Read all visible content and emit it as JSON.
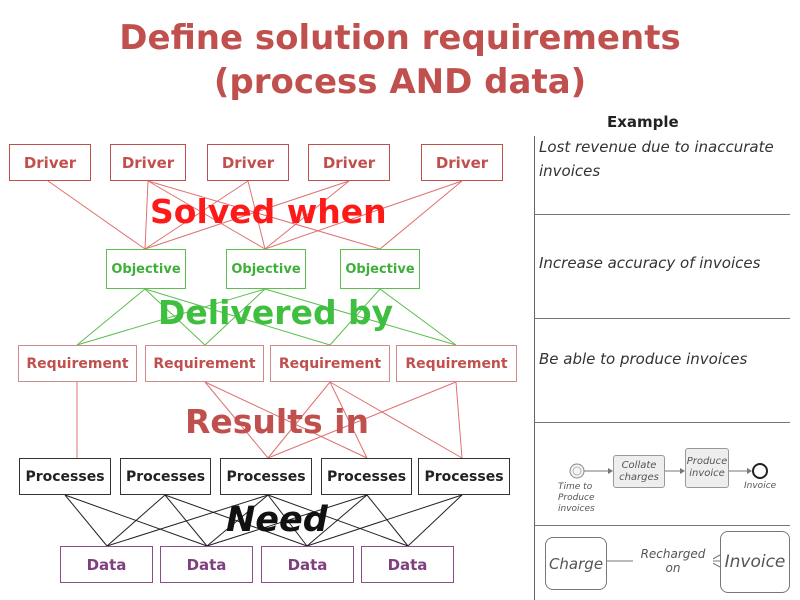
{
  "title": {
    "line1": "Define solution requirements",
    "line2": "(process AND data)"
  },
  "diagram": {
    "drivers": [
      "Driver",
      "Driver",
      "Driver",
      "Driver",
      "Driver"
    ],
    "objectives": [
      "Objective",
      "Objective",
      "Objective"
    ],
    "requirements": [
      "Requirement",
      "Requirement",
      "Requirement",
      "Requirement"
    ],
    "processes": [
      "Processes",
      "Processes",
      "Processes",
      "Processes",
      "Processes"
    ],
    "data": [
      "Data",
      "Data",
      "Data",
      "Data"
    ],
    "phrases": {
      "solved": "Solved when",
      "delivered": "Delivered by",
      "results": "Results in",
      "need": "Need"
    },
    "colors": {
      "driver": "#c0504d",
      "objective": "#3faf3a",
      "requirement": "#c0504d",
      "process": "#222222",
      "data": "#7f3f7f"
    }
  },
  "example": {
    "heading": "Example",
    "driver_text": "Lost revenue due to inaccurate invoices",
    "objective_text": "Increase accuracy of invoices",
    "requirement_text": "Be able to produce invoices",
    "process_flow": {
      "start_label": "Time to Produce invoices",
      "step1": "Collate charges",
      "step2": "Produce invoice",
      "end_label": "Invoice"
    },
    "data_model": {
      "entity1": "Charge",
      "relation": "Recharged on",
      "entity2": "Invoice"
    }
  }
}
